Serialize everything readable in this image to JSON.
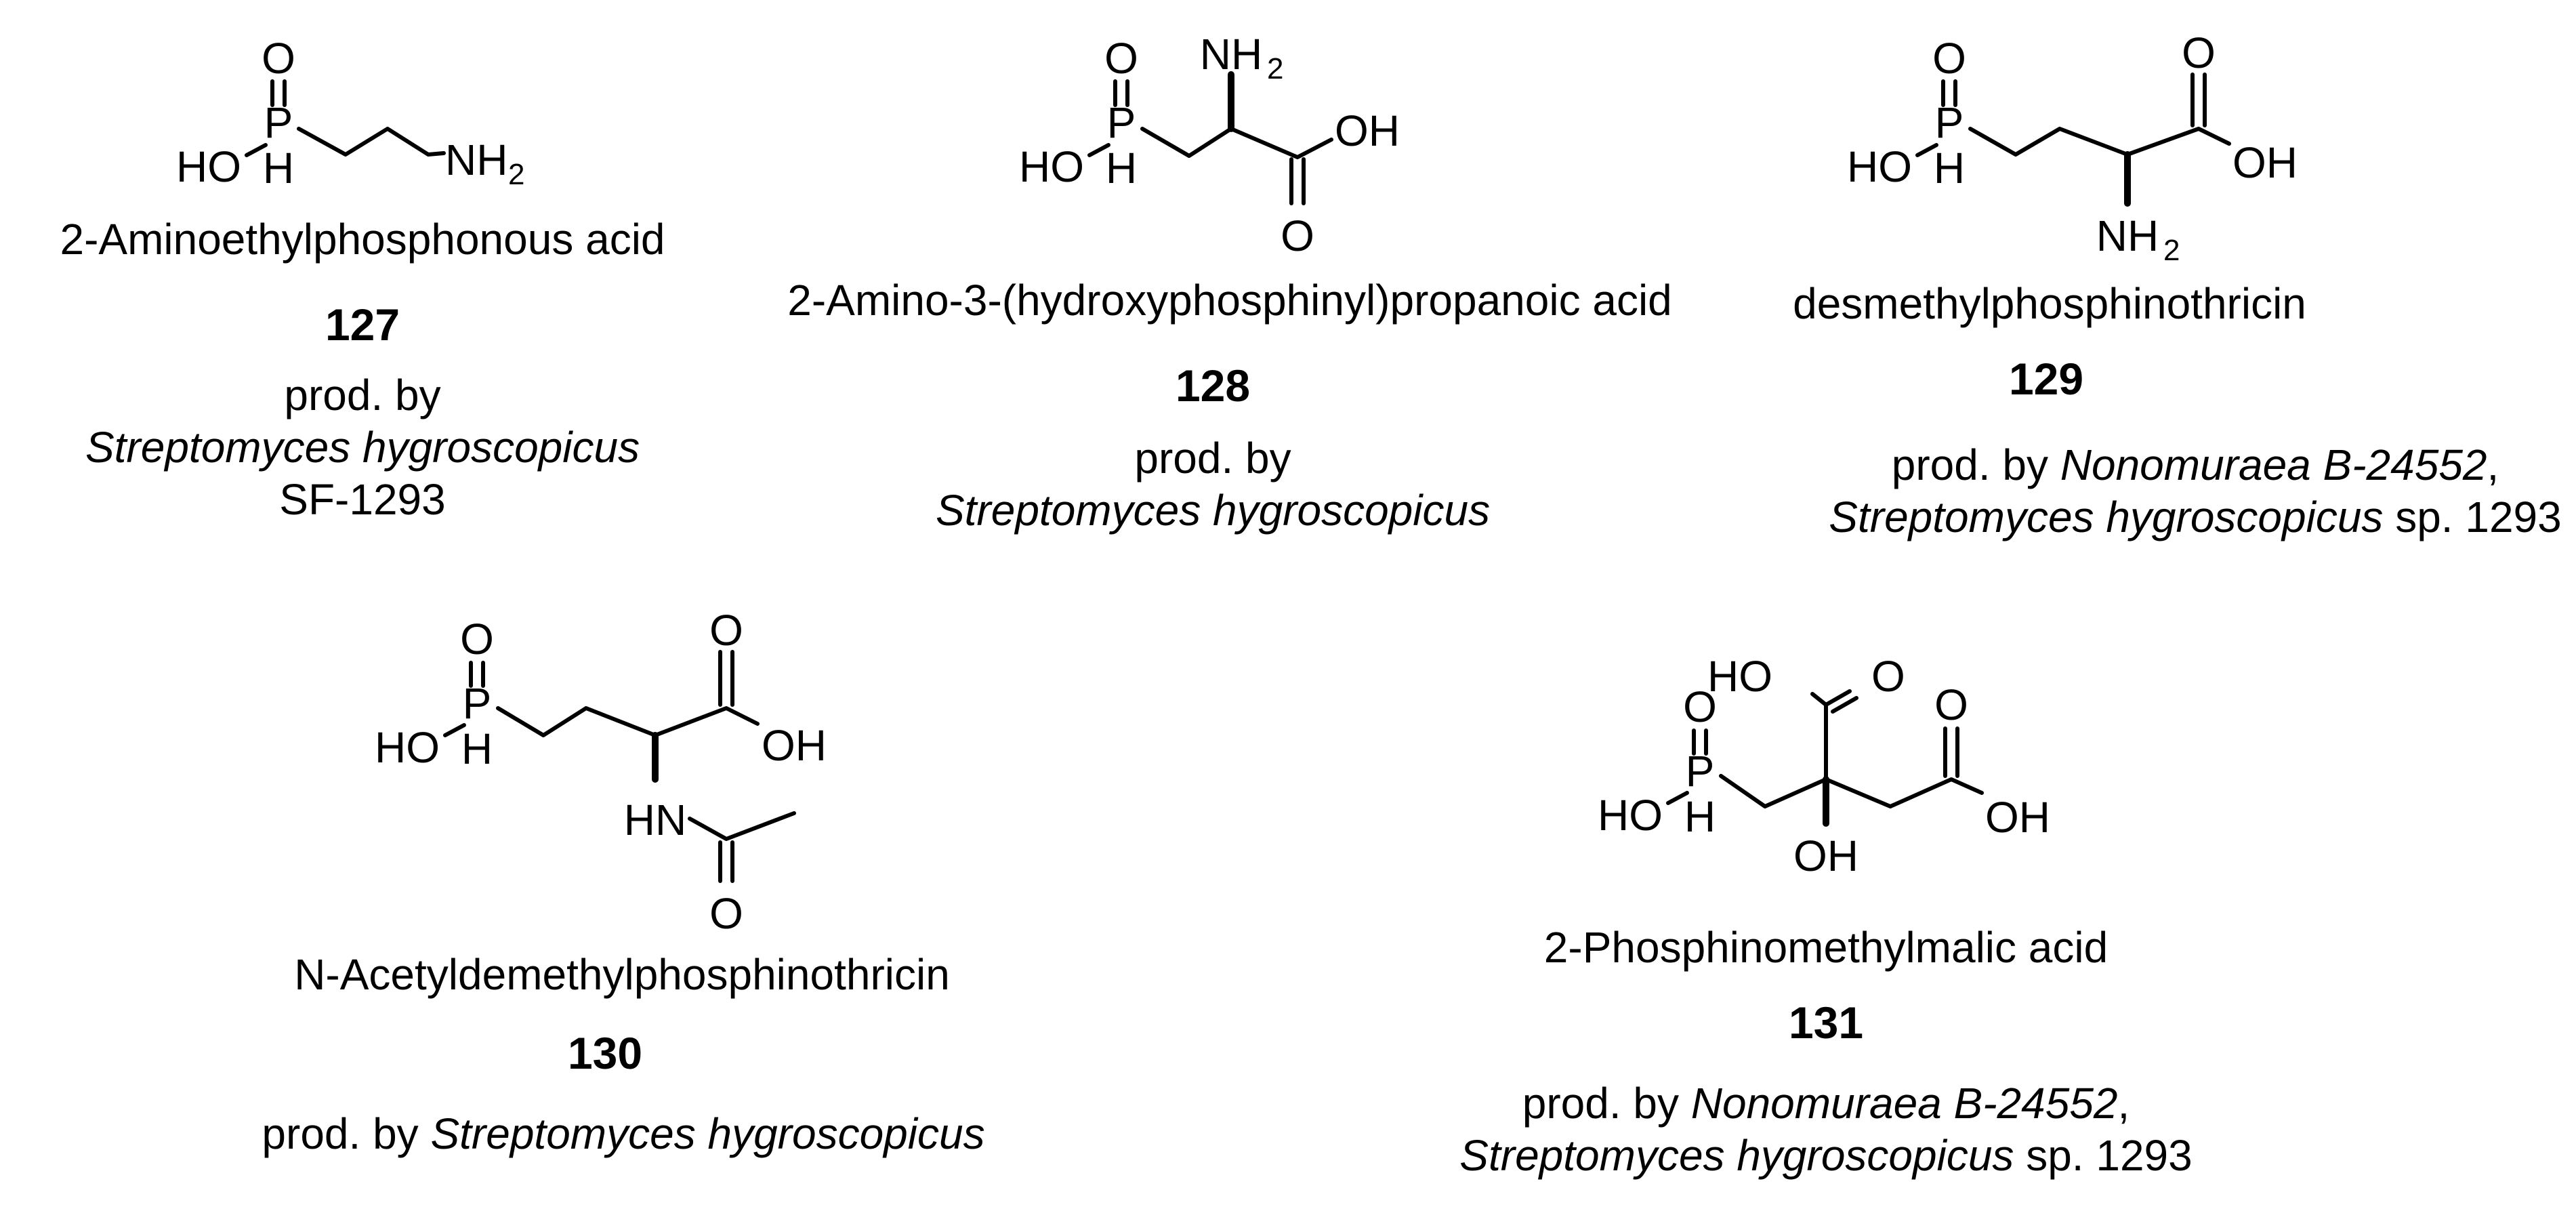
{
  "atoms": {
    "O": "O",
    "P": "P",
    "H": "H",
    "HO": "HO",
    "OH": "OH",
    "NH": "NH",
    "HN": "HN",
    "two": "2"
  },
  "compounds": [
    {
      "name": "2-Aminoethylphosphonous acid",
      "number": "127",
      "source": [
        "prod. by",
        "Streptomyces hygroscopicus",
        "SF-1293"
      ]
    },
    {
      "name": "2-Amino-3-(hydroxyphosphinyl)propanoic acid",
      "number": "128",
      "source": [
        "prod. by",
        "Streptomyces hygroscopicus"
      ]
    },
    {
      "name": "desmethylphosphinothricin",
      "number": "129",
      "source": [
        "prod. by ",
        "Nonomuraea B-24552",
        ",",
        "Streptomyces hygroscopicus",
        " sp. 1293"
      ]
    },
    {
      "name": "N-Acetyldemethylphosphinothricin",
      "number": "130",
      "source": [
        "prod. by ",
        "Streptomyces hygroscopicus"
      ]
    },
    {
      "name": "2-Phosphinomethylmalic acid",
      "number": "131",
      "source": [
        "prod. by ",
        "Nonomuraea B-24552",
        ",",
        "Streptomyces hygroscopicus",
        " sp. 1293"
      ]
    }
  ]
}
